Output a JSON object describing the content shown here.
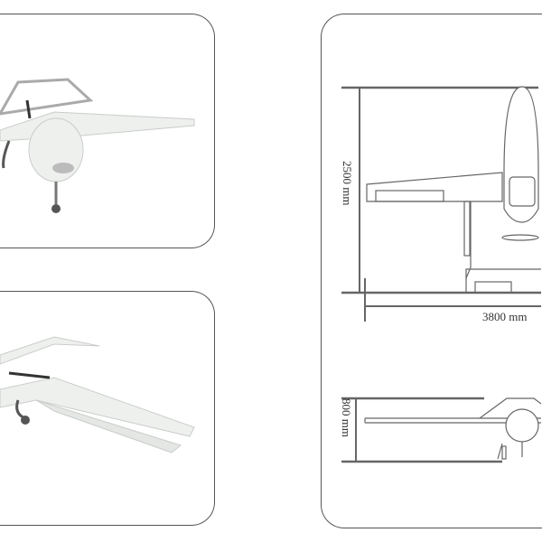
{
  "drawings": {
    "front_view": {
      "height_label": "2500 mm",
      "width_label": "3800 mm"
    },
    "side_view": {
      "height_label": "800 mm"
    }
  },
  "colors": {
    "line": "#555555",
    "drone_body": "#eef0ee",
    "drone_shadow": "#c9cdca"
  }
}
